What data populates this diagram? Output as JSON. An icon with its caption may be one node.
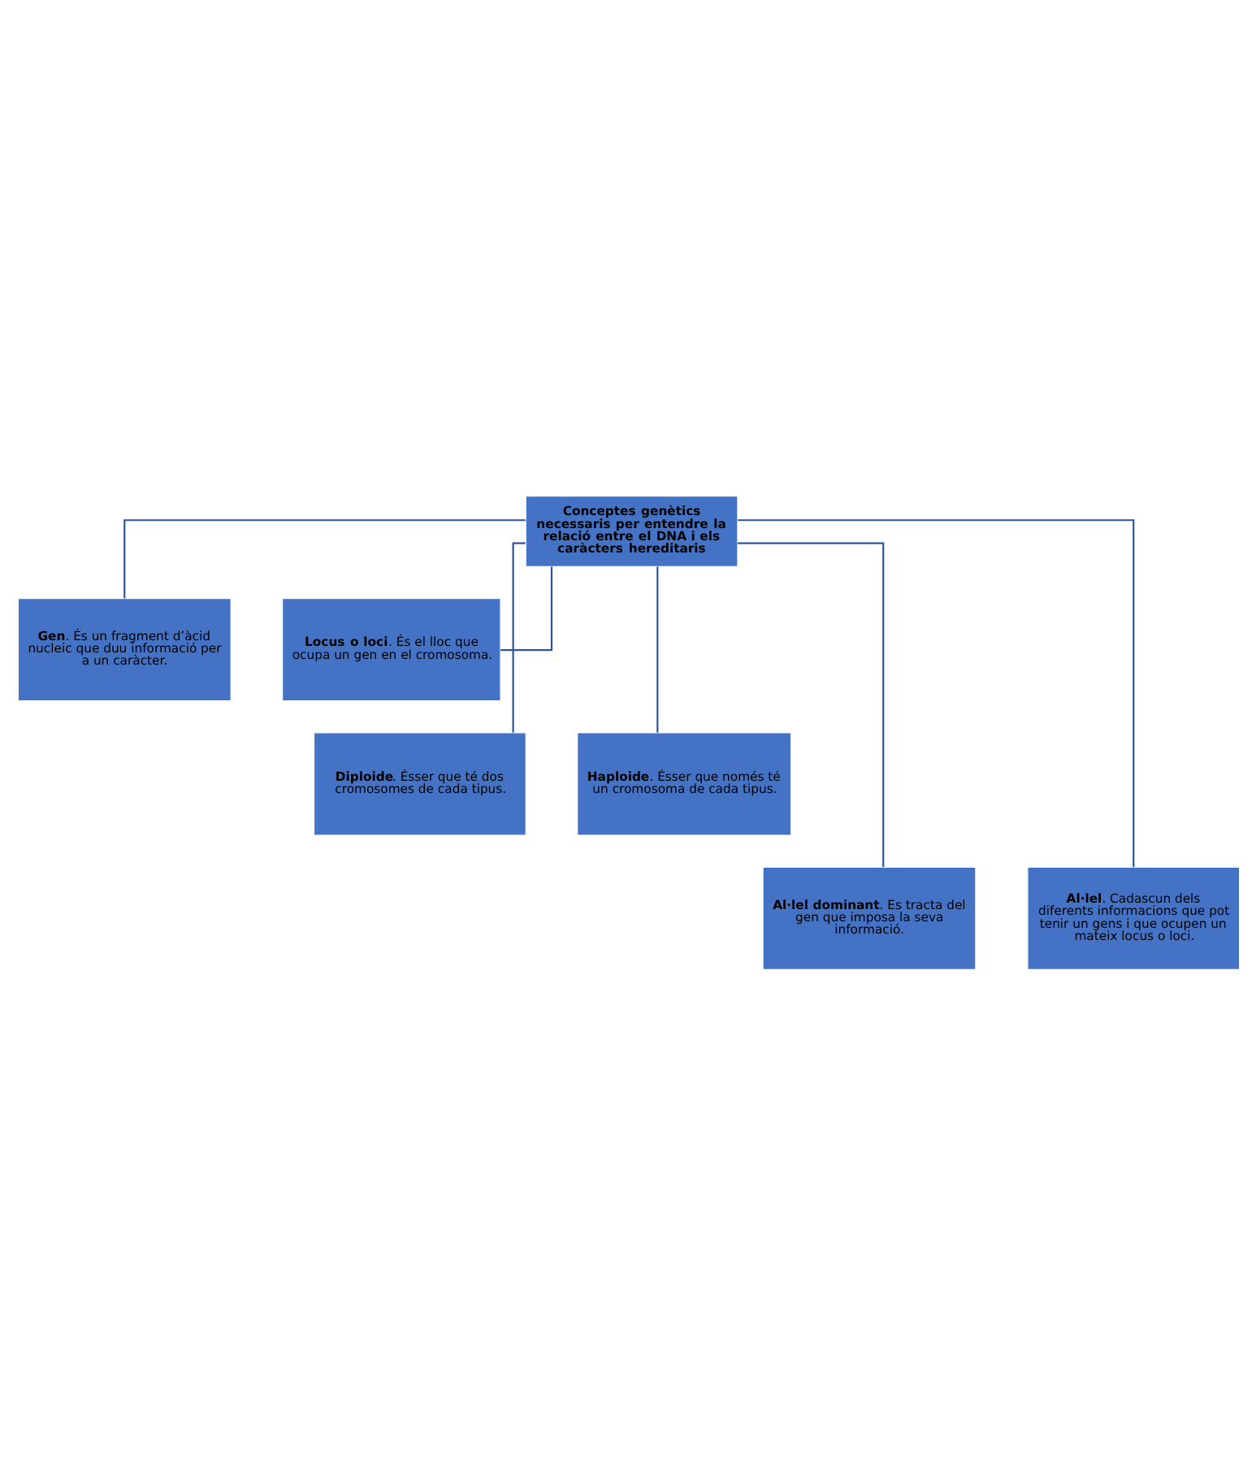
{
  "diagram": {
    "nodes": [
      {
        "text": [
          "Conceptes genètics necessaris per entendre la relació entre el DNA i els caràcters hereditaris"
        ]
      },
      {
        "text": [
          "**Gen**. És un fragment d’àcid nucleic que duu informació per a un caràcter."
        ]
      },
      {
        "text": [
          "**Locus o loci**. És el lloc que ocupa un gen en el cromosoma."
        ]
      },
      {
        "text": [
          "**Diploide**. Ésser que té dos cromosomes de cada tipus."
        ]
      },
      {
        "text": [
          "**Haploide**. Ésser que només té un cromosoma de cada tipus."
        ]
      },
      {
        "text": [
          "**Al·lel dominant**. Es tracta del gen que imposa la seva informació."
        ]
      },
      {
        "text": [
          "**Al·lel**. Cadascun dels diferents informacions que pot tenir un gens i que ocupen un mateix locus o loci."
        ]
      }
    ],
    "edges": [
      {
        "from": 0,
        "to": 1,
        "arrow": "none"
      },
      {
        "from": 0,
        "to": 2,
        "arrow": "none"
      },
      {
        "from": 0,
        "to": 3,
        "arrow": "none"
      },
      {
        "from": 0,
        "to": 4,
        "arrow": "none"
      },
      {
        "from": 0,
        "to": 5,
        "arrow": "none"
      },
      {
        "from": 0,
        "to": 6,
        "arrow": "none"
      }
    ]
  }
}
